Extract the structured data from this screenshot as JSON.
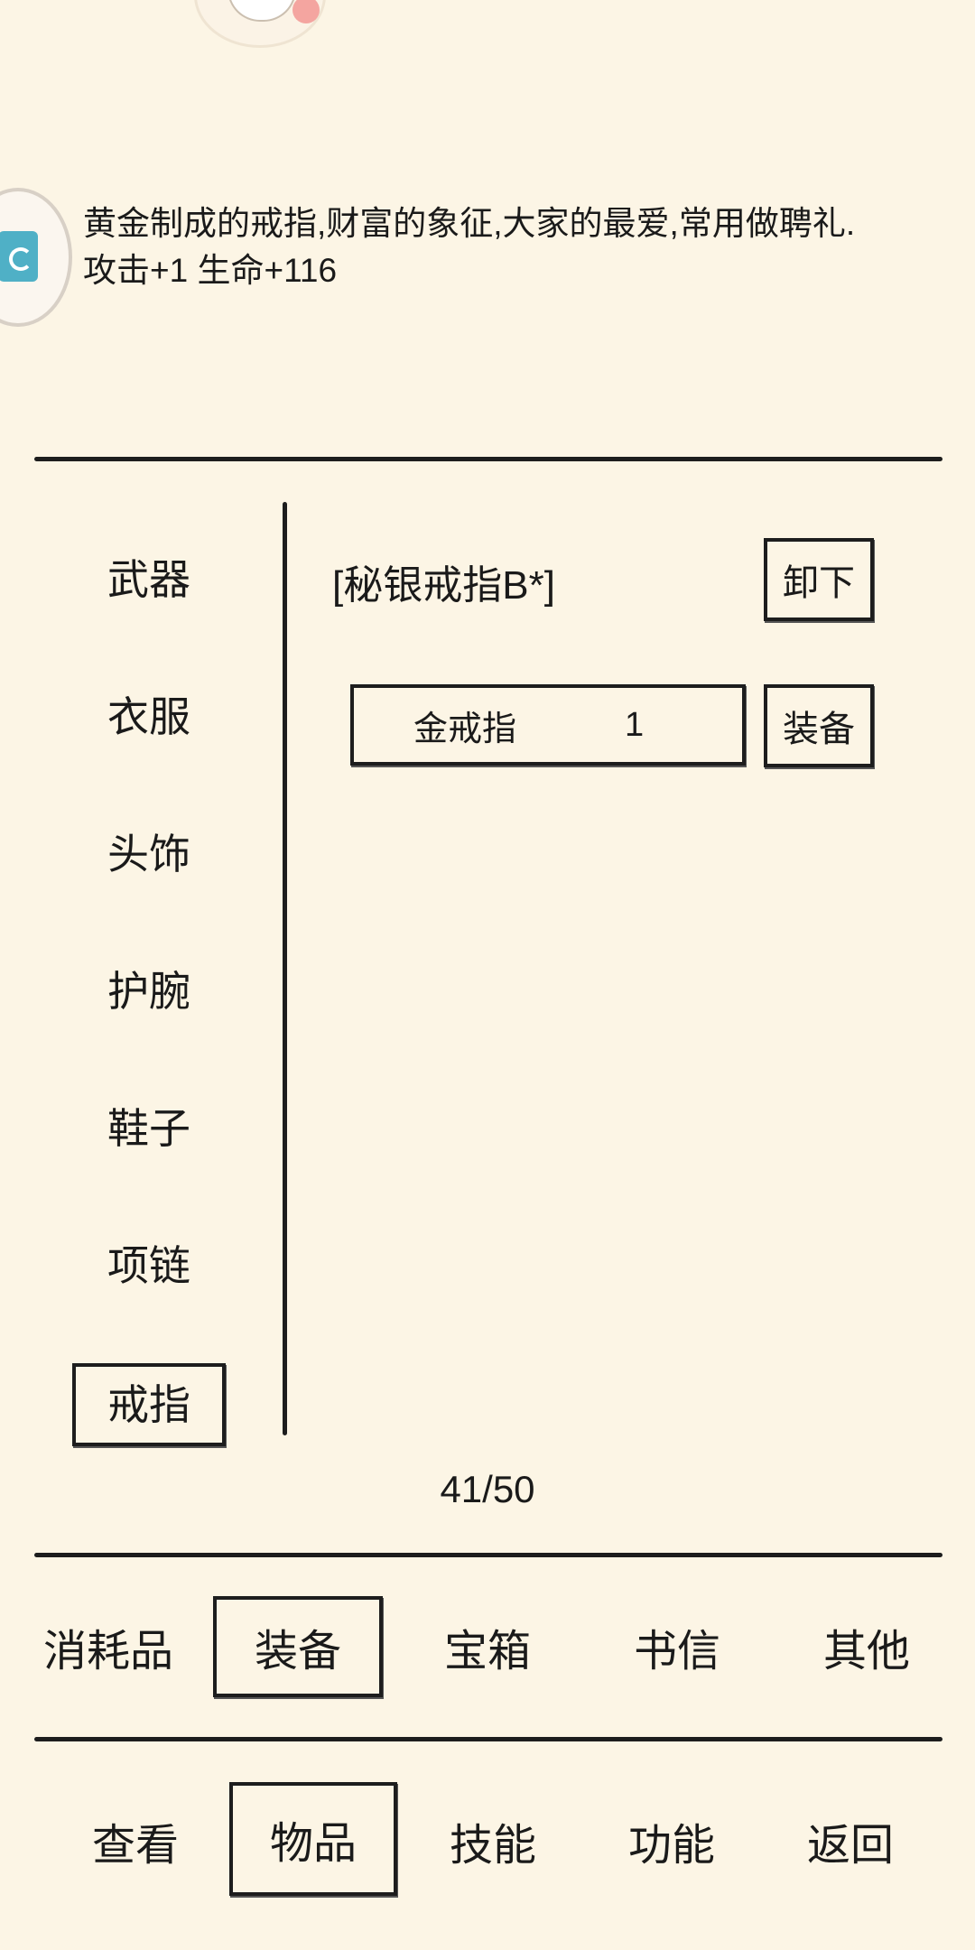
{
  "item": {
    "description": "黄金制成的戒指,财富的象征,大家的最爱,常用做聘礼.",
    "stats": "攻击+1 生命+116"
  },
  "categories": [
    "武器",
    "衣服",
    "头饰",
    "护腕",
    "鞋子",
    "项链",
    "戒指"
  ],
  "selected_category": "戒指",
  "equipped": {
    "name": "[秘银戒指B*]",
    "unequip_label": "卸下"
  },
  "inventory": [
    {
      "name": "金戒指",
      "qty": "1",
      "action": "装备"
    }
  ],
  "capacity": "41/50",
  "item_tabs": [
    "消耗品",
    "装备",
    "宝箱",
    "书信",
    "其他"
  ],
  "selected_item_tab": "装备",
  "nav": [
    "查看",
    "物品",
    "技能",
    "功能",
    "返回"
  ],
  "selected_nav": "物品",
  "colors": {
    "background": "#fcf5e5",
    "ink": "#1d1d1d"
  }
}
